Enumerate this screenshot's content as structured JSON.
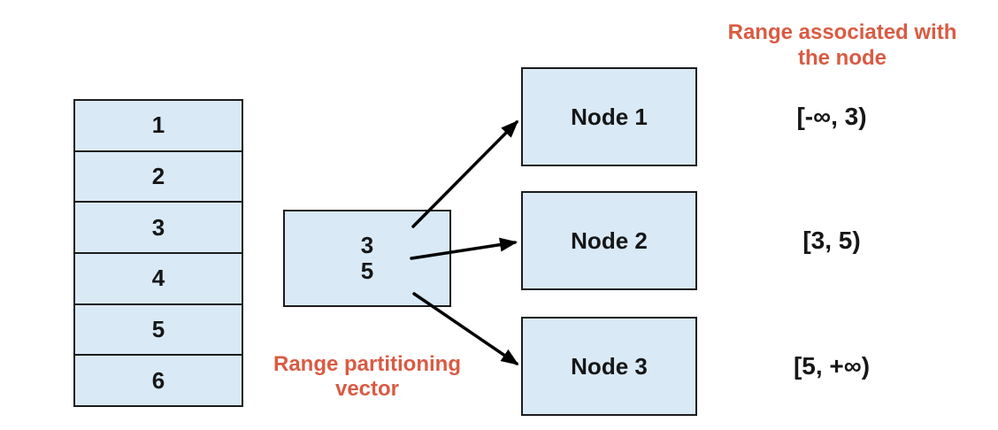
{
  "colors": {
    "background": "#ffffff",
    "box_fill": "#d9e9f6",
    "box_border": "#1c1c1c",
    "accent_text": "#d95b43",
    "text": "#161616",
    "arrow": "#000000"
  },
  "source_table": {
    "cells": [
      "1",
      "2",
      "3",
      "4",
      "5",
      "6"
    ]
  },
  "partition_vector": {
    "values": [
      "3",
      "5"
    ],
    "caption_line1": "Range partitioning",
    "caption_line2": "vector"
  },
  "range_header": {
    "line1": "Range associated with",
    "line2": "the node"
  },
  "nodes": [
    {
      "label": "Node 1",
      "range": "[-∞, 3)"
    },
    {
      "label": "Node 2",
      "range": "[3, 5)"
    },
    {
      "label": "Node 3",
      "range": "[5, +∞)"
    }
  ]
}
